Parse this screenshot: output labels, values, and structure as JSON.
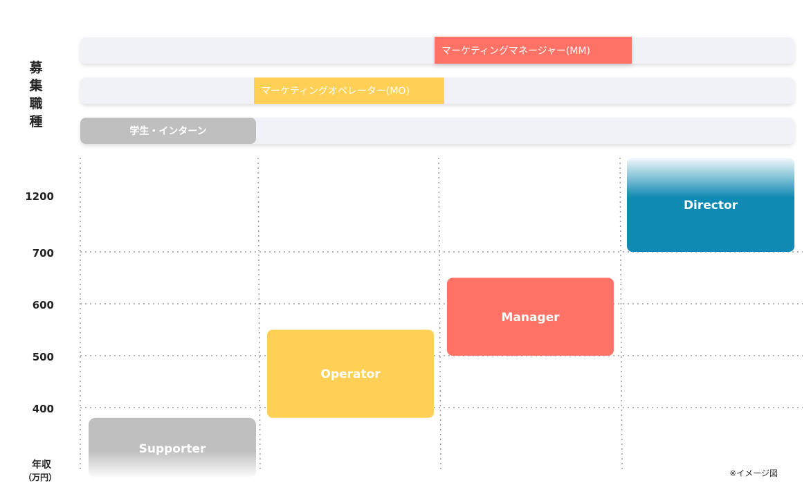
{
  "chart_data": {
    "type": "bar",
    "title": "",
    "recruit_label": "募集職種",
    "ylabel_main": "年収",
    "ylabel_unit": "（万円）",
    "y_ticks": [
      {
        "label": "400",
        "value": 400
      },
      {
        "label": "500",
        "value": 500
      },
      {
        "label": "600",
        "value": 600
      },
      {
        "label": "700",
        "value": 700
      },
      {
        "label": "1200",
        "value": 1200
      }
    ],
    "categories": [
      "Supporter",
      "Operator",
      "Manager",
      "Director"
    ],
    "bars": [
      {
        "label": "Supporter",
        "from": null,
        "to": 380
      },
      {
        "label": "Operator",
        "from": 380,
        "to": 550
      },
      {
        "label": "Manager",
        "from": 500,
        "to": 650
      },
      {
        "label": "Director",
        "from": 700,
        "to": null
      }
    ],
    "job_tracks": [
      {
        "label": "マーケティングマネージャー(MM)",
        "start_col": 2,
        "end_col": 3
      },
      {
        "label": "マーケティングオペレーター(MO)",
        "start_col": 1,
        "end_col": 2
      },
      {
        "label": "学生・インターン",
        "start_col": 0,
        "end_col": 1
      }
    ],
    "note": "※イメージ図"
  },
  "colors": {
    "supporter": "#bfbfbf",
    "operator": "#ffd055",
    "manager": "#ff7265",
    "director": "#118ab3",
    "track": "#f1f2f7",
    "grid": "#999999"
  }
}
